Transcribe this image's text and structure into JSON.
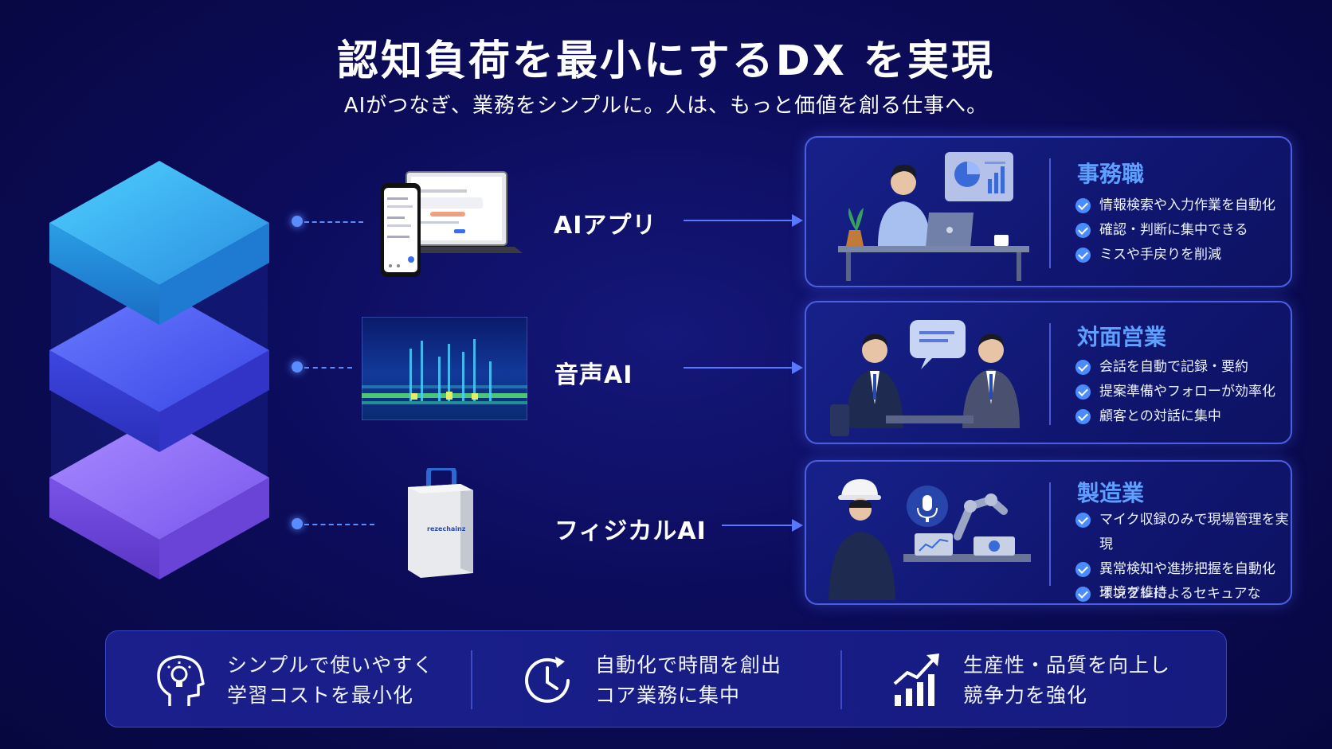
{
  "title": "認知負荷を最小にするDX を実現",
  "subtitle": "AIがつなぎ、業務をシンプルに。人は、もっと価値を創る仕事へ。",
  "rows": [
    {
      "label": "AIアプリ"
    },
    {
      "label": "音声AI"
    },
    {
      "label": "フィジカルAI"
    }
  ],
  "device_brand": "rezechainz",
  "cards": [
    {
      "title": "事務職",
      "items": [
        "情報検索や入力作業を自動化",
        "確認・判断に集中できる",
        "ミスや手戻りを削減"
      ]
    },
    {
      "title": "対面営業",
      "items": [
        "会話を自動で記録・要約",
        "提案準備やフォローが効率化",
        "顧客との対話に集中"
      ]
    },
    {
      "title": "製造業",
      "items": [
        "マイク収録のみで現場管理を実現",
        "異常検知や進捗把握を自動化",
        "オンプレによるセキュアな"
      ],
      "item_continuation": "環境を維持"
    }
  ],
  "benefits": [
    {
      "line1": "シンプルで使いやすく",
      "line2": "学習コストを最小化",
      "icon": "lightbulb-head-icon"
    },
    {
      "line1": "自動化で時間を創出",
      "line2": "コア業務に集中",
      "icon": "clock-icon"
    },
    {
      "line1": "生産性・品質を向上し",
      "line2": "競争力を強化",
      "icon": "growth-chart-icon"
    }
  ],
  "colors": {
    "background": "#0a0a52",
    "accent_blue": "#5a8cff",
    "card_title": "#5fa0ff",
    "block_top": "#3fb6f0",
    "block_mid": "#4a5cf0",
    "block_bottom": "#8a5cf0"
  }
}
